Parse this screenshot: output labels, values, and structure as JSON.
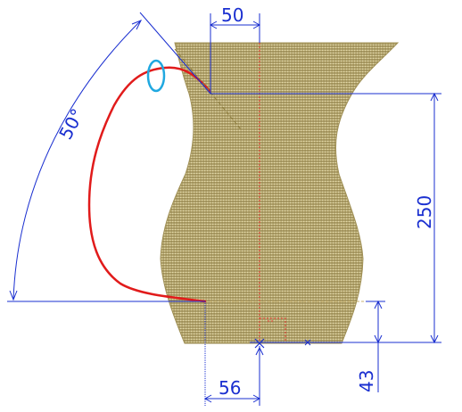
{
  "dimensions": {
    "top_width": "50",
    "height_250": "250",
    "angle": "50°",
    "bottom_offset": "56",
    "base_height": "43"
  },
  "colors": {
    "dimension_line": "#1a2fd0",
    "sketch_curve": "#e11b1b",
    "selection_marker": "#20a8e0",
    "centerline": "#e0302a",
    "vase_light": "#e8e2c8",
    "vase_mid": "#c8bb86",
    "vase_dark": "#8a7a48"
  },
  "icons": {
    "origin_marker": "cross-icon"
  }
}
